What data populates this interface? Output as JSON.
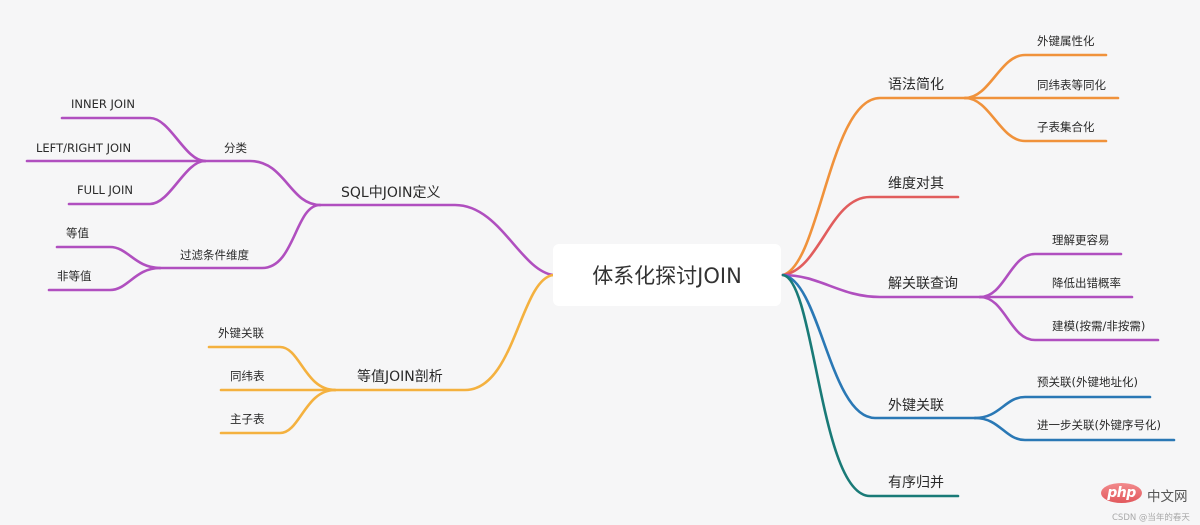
{
  "root": {
    "label": "体系化探讨JOIN"
  },
  "colors": {
    "background": "#f6f6f7",
    "purple": "#b04fbf",
    "yellow": "#f4b13f",
    "orange": "#f0923b",
    "red": "#e15d5d",
    "blue": "#2a78b5",
    "teal": "#197a77"
  },
  "left": [
    {
      "label": "SQL中JOIN定义",
      "color": "#b04fbf",
      "children": [
        {
          "label": "分类",
          "children": [
            {
              "label": "INNER JOIN"
            },
            {
              "label": "LEFT/RIGHT JOIN"
            },
            {
              "label": "FULL JOIN"
            }
          ]
        },
        {
          "label": "过滤条件维度",
          "children": [
            {
              "label": "等值"
            },
            {
              "label": "非等值"
            }
          ]
        }
      ]
    },
    {
      "label": "等值JOIN剖析",
      "color": "#f4b13f",
      "children": [
        {
          "label": "外键关联"
        },
        {
          "label": "同纬表"
        },
        {
          "label": "主子表"
        }
      ]
    }
  ],
  "right": [
    {
      "label": "语法简化",
      "color": "#f0923b",
      "children": [
        {
          "label": "外键属性化"
        },
        {
          "label": "同纬表等同化"
        },
        {
          "label": "子表集合化"
        }
      ]
    },
    {
      "label": "维度对其",
      "color": "#e15d5d",
      "children": []
    },
    {
      "label": "解关联查询",
      "color": "#b04fbf",
      "children": [
        {
          "label": "理解更容易"
        },
        {
          "label": "降低出错概率"
        },
        {
          "label": "建模(按需/非按需)"
        }
      ]
    },
    {
      "label": "外键关联",
      "color": "#2a78b5",
      "children": [
        {
          "label": "预关联(外键地址化)"
        },
        {
          "label": "进一步关联(外键序号化)"
        }
      ]
    },
    {
      "label": "有序归并",
      "color": "#197a77",
      "children": []
    }
  ],
  "watermark": {
    "logo": "php",
    "site": "中文网",
    "credit": "CSDN @当年的春天"
  }
}
